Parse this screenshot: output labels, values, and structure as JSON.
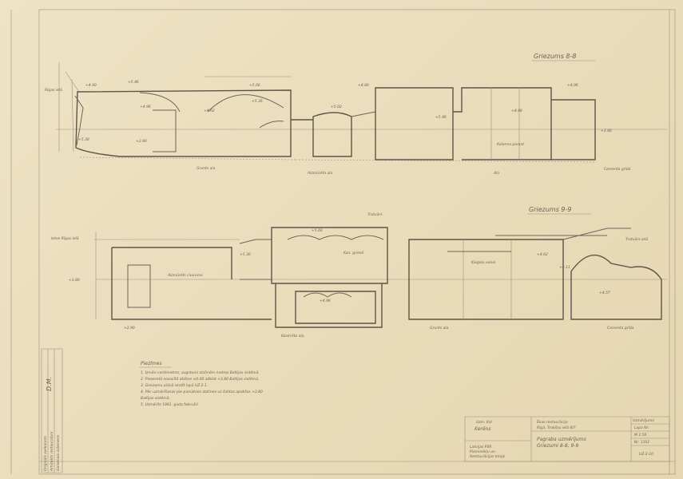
{
  "drawing": {
    "section_a": {
      "title": "Griezums 8-8",
      "labels": [
        "+5.46",
        "+5.66",
        "+4.96",
        "+3.80",
        "+5.30",
        "+2.90",
        "+4.90",
        "+5.36",
        "+4.62",
        "+5.02",
        "+4.80",
        "+5.48",
        "+4.88",
        "+4.96",
        "+3.80"
      ],
      "annotations": {
        "street": "Rīgas ielā",
        "ground_cave": "Grunts ala",
        "walled_cave": "Aizmūrēta ala",
        "cave": "Ala",
        "cellar_floor": "Kolonna pamat",
        "cement_floor": "Cementa grīda"
      }
    },
    "section_b": {
      "title": "Griezums 9-9",
      "labels": [
        "+3.80",
        "+5.30",
        "+4.96",
        "+5.60",
        "+2.90",
        "+4.62",
        "+3.11",
        "+4.57"
      ],
      "annotations": {
        "street": "Ietve Rīgas ielā",
        "sidewalk": "Trotuārs",
        "can_ceiling": "Kan. griesti",
        "bricked_hole": "Aizmūrēts caurums",
        "concrete_cave": "Konkrēta ala",
        "ground_cave": "Grunts ala",
        "cement_floor": "Cementa grīda",
        "street_right": "Trotuārs ielā",
        "brick_vault": "Ķieģeļu velve"
      }
    }
  },
  "notes": {
    "heading": "Piezīmes",
    "items": [
      "1. Izmēri centimetros, augstumi atzīmēm metros Baltijas sistēmā.",
      "2. Pieņemtā nosacītā atzīme ±0.00 atbilst +3.80 Baltijas sistēmā.",
      "3. Griezumu plānā skatīt lapā UZ-2-1",
      "4. Pēc uzmērīšanas pie pamatnes atzīmes uz šahtas apakšas +3.80",
      "   Baltijas sistēmā.",
      "5. Uzmērīts 1981. gada februārī"
    ]
  },
  "title_block": {
    "author_label": "Latvijas PSR",
    "org_lines": [
      "Latvijas PSR",
      "Pieminekļu un",
      "Restaurācijas birojs"
    ],
    "signature_name": "Kerēns",
    "checked_label": "Uzm. Kal",
    "project_line1": "Ēkas restaurācija",
    "project_line2": "Rīgā, Trokšņu ielā 4/7",
    "sheet_title_1": "Pagraba uzmērījums",
    "sheet_title_2": "Griezumi 8-8, 9-9",
    "stage": "Uzmērījums",
    "sheet_no": "Lapa Nr.",
    "scale": "M 1:50",
    "archive_no": "Nr. 1102",
    "drawing_code": "UZ-2-10"
  },
  "side_stamp": {
    "lines": [
      "Oriģināls saskaņots",
      "Arhitekts restaurators",
      "Galvenais inženieris"
    ],
    "signature": "D.M."
  }
}
